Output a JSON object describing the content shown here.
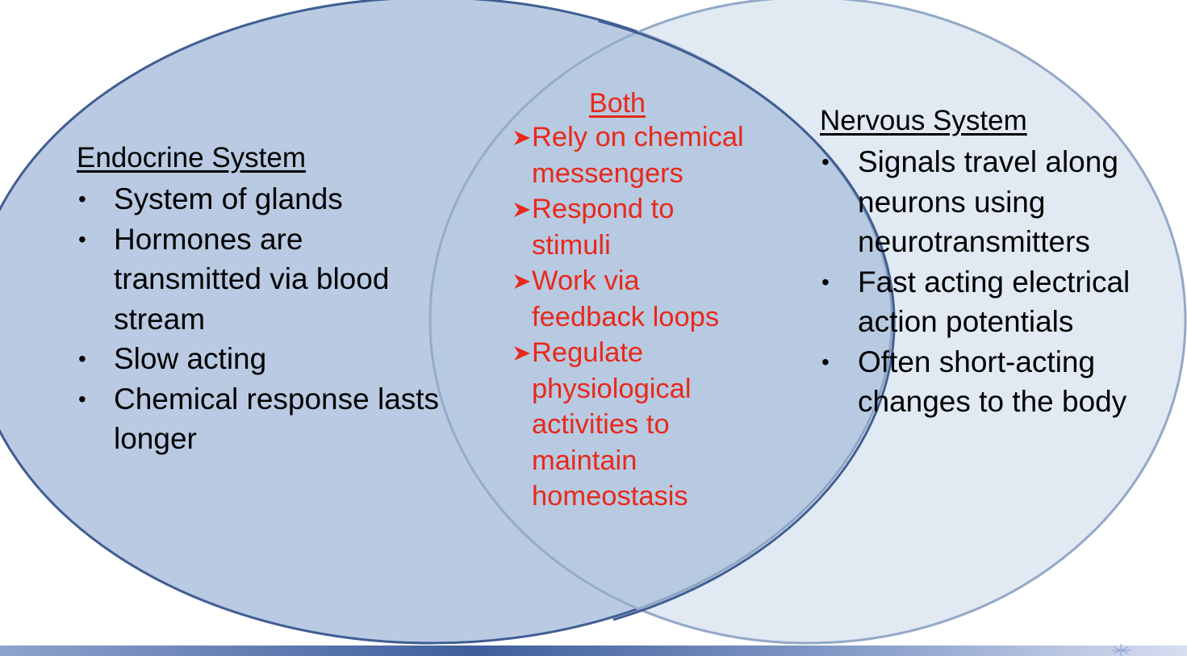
{
  "endocrine": {
    "title": "Endocrine System",
    "items": [
      "System of glands",
      "Hormones are transmitted via blood stream",
      "Slow acting",
      "Chemical response lasts longer"
    ]
  },
  "both": {
    "title": "Both",
    "items": [
      "Rely on chemical messengers",
      "Respond to stimuli",
      "Work via feedback loops",
      "Regulate physiological activities to maintain homeostasis"
    ]
  },
  "nervous": {
    "title": "Nervous System",
    "items": [
      "Signals travel along neurons using neurotransmitters",
      "Fast acting electrical action potentials",
      "Often short-acting changes to the body"
    ]
  },
  "colors": {
    "left_circle_fill": "#b9cae2",
    "right_circle_fill": "#c9d7e8",
    "circle_stroke": "#3f5e93",
    "both_text": "#e8291c",
    "bottom_band": "#3f5e9c"
  },
  "icons": {
    "both_bullet": "arrow-bullet-icon",
    "corner": "sparkle-icon"
  }
}
